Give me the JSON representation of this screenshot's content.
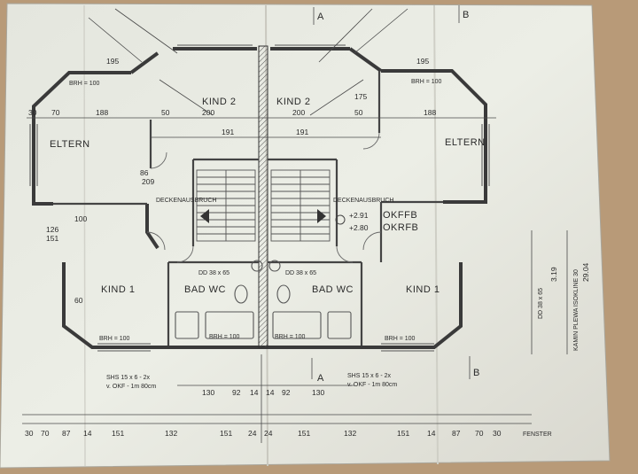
{
  "plan": {
    "section_marks": [
      "A",
      "B",
      "A",
      "B"
    ],
    "rooms": {
      "kind2_left": "KIND 2",
      "kind2_right": "KIND 2",
      "eltern_left": "ELTERN",
      "eltern_right": "ELTERN",
      "kind1_left": "KIND 1",
      "kind1_right": "KIND 1",
      "badwc_left": "BAD WC",
      "badwc_right": "BAD WC"
    },
    "annotations": {
      "brh_100": "BRH = 100",
      "deckenausbruch": "DECKENAUSBRUCH",
      "okffb": "OKFFB",
      "okrfb": "OKRFB",
      "level_top": "+2.91",
      "level_bottom": "+2.80",
      "dd_left": "DD 38 x 65",
      "dd_right": "DD 38 x 65",
      "dd_side": "DD 38 x 65",
      "kamin": "KAMIN PLEWA ISOKLINE 30",
      "shs_left": "SHS 15 x 6 - 2x",
      "shs_left_sub": "v. OKF - 1m 80cm",
      "shs_right": "SHS 15 x 6 - 2x",
      "shs_right_sub": "v. OKF - 1m 80cm",
      "fenster": "FENSTER"
    },
    "dims_top": [
      "50",
      "200",
      "200",
      "50",
      "191",
      "191",
      "195",
      "195",
      "188",
      "188"
    ],
    "dims_bottom_row1": [
      "130",
      "92",
      "14",
      "14",
      "92",
      "130"
    ],
    "dims_bottom_row2": [
      "30",
      "70",
      "87",
      "14",
      "151",
      "132",
      "151",
      "24",
      "24",
      "151",
      "132",
      "151",
      "14",
      "87",
      "70",
      "30"
    ],
    "dims_misc": [
      "126",
      "151",
      "209",
      "86",
      "100",
      "30",
      "70",
      "60",
      "175",
      "3.19",
      "29.04"
    ]
  }
}
